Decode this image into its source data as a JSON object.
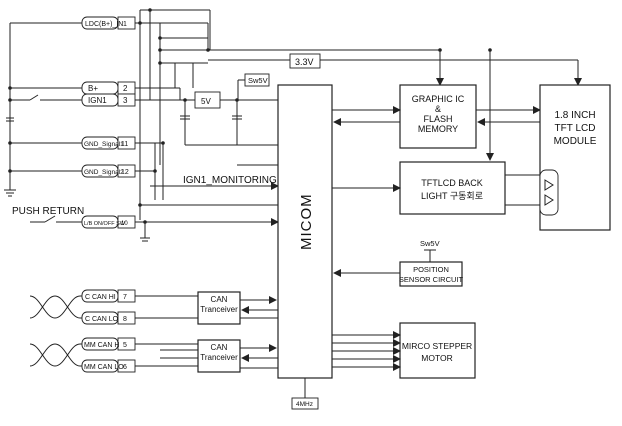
{
  "connectors": {
    "ldc": {
      "name": "LDC(B+)_IN",
      "pin": "1"
    },
    "bplus": {
      "name": "B+",
      "pin": "2"
    },
    "ign1": {
      "name": "IGN1",
      "pin": "3"
    },
    "gnd11": {
      "name": "GND_Signal1",
      "pin": "11"
    },
    "gnd12": {
      "name": "GND_Signal2",
      "pin": "12"
    },
    "lb": {
      "name": "L/B ON/OFF SW",
      "pin": "10"
    },
    "ccanhi": {
      "name": "C CAN HI",
      "pin": "7"
    },
    "ccanlo": {
      "name": "C CAN LO",
      "pin": "8"
    },
    "mmcanh": {
      "name": "MM CAN H",
      "pin": "5"
    },
    "mmcanlo": {
      "name": "MM CAN LO",
      "pin": "6"
    }
  },
  "labels": {
    "v33": "3.3V",
    "sw5v_top": "Sw5V",
    "reg5v": "5V",
    "ign1_monitoring": "IGN1_MONITORING",
    "push_return": "PUSH RETURN",
    "micom": "MICOM",
    "sw5v_pos": "Sw5V",
    "clock": "4MHz"
  },
  "blocks": {
    "graphic": [
      "GRAPHIC IC",
      "&",
      "FLASH",
      "MEMORY"
    ],
    "tft_module": [
      "1.8 INCH",
      "TFT LCD",
      "MODULE"
    ],
    "backlight": [
      "TFTLCD BACK",
      "LIGHT 구동회로"
    ],
    "position": [
      "POSITION",
      "SENSOR CIRCUIT"
    ],
    "stepper": [
      "MIRCO STEPPER",
      "MOTOR"
    ],
    "can1": [
      "CAN",
      "Tranceiver"
    ],
    "can2": [
      "CAN",
      "Tranceiver"
    ]
  }
}
